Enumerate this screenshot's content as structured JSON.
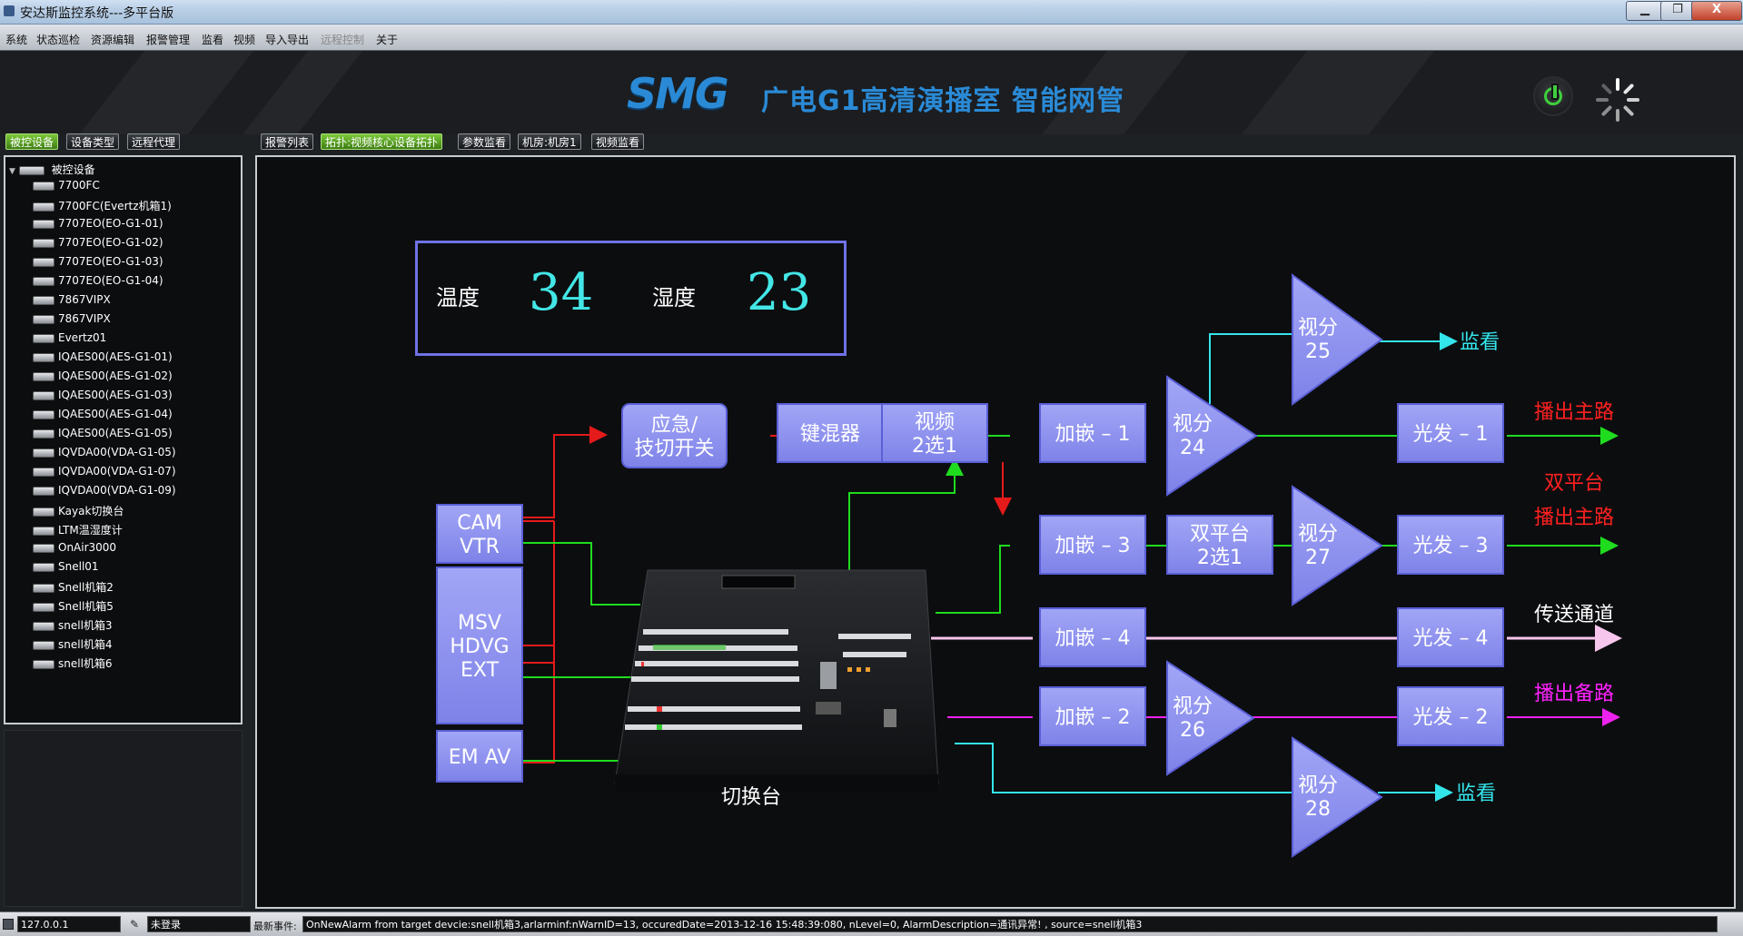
{
  "window": {
    "title": "安达斯监控系统---多平台版",
    "controls": {
      "minimize": "▁",
      "maximize": "❐",
      "close": "X"
    }
  },
  "menu": [
    {
      "label": "系统"
    },
    {
      "label": "状态巡检"
    },
    {
      "label": "资源编辑"
    },
    {
      "label": "报警管理"
    },
    {
      "label": "监看"
    },
    {
      "label": "视频"
    },
    {
      "label": "导入导出"
    },
    {
      "label": "远程控制",
      "disabled": true
    },
    {
      "label": "关于"
    }
  ],
  "banner": {
    "logo": "SMG",
    "title": "广电G1高清演播室 智能网管",
    "accent_color": "#2a8ad6"
  },
  "left_tabs": [
    {
      "label": "被控设备",
      "active": true
    },
    {
      "label": "设备类型",
      "active": false
    },
    {
      "label": "远程代理",
      "active": false
    }
  ],
  "main_tabs": [
    {
      "label": "报警列表",
      "active": false
    },
    {
      "label": "拓扑:视频核心设备拓扑",
      "active": true
    },
    {
      "label": "参数监看",
      "active": false
    },
    {
      "label": "机房:机房1",
      "active": false
    },
    {
      "label": "视频监看",
      "active": false
    }
  ],
  "tree": {
    "root": "被控设备",
    "items": [
      "7700FC",
      "7700FC(Evertz机箱1)",
      "7707EO(EO-G1-01)",
      "7707EO(EO-G1-02)",
      "7707EO(EO-G1-03)",
      "7707EO(EO-G1-04)",
      "7867VIPX",
      "7867VIPX",
      "Evertz01",
      "IQAES00(AES-G1-01)",
      "IQAES00(AES-G1-02)",
      "IQAES00(AES-G1-03)",
      "IQAES00(AES-G1-04)",
      "IQAES00(AES-G1-05)",
      "IQVDA00(VDA-G1-05)",
      "IQVDA00(VDA-G1-07)",
      "IQVDA00(VDA-G1-09)",
      "Kayak切换台",
      "LTM温湿度计",
      "OnAir3000",
      "Snell01",
      "Snell机箱2",
      "Snell机箱5",
      "snell机箱3",
      "snell机箱4",
      "snell机箱6"
    ]
  },
  "env": {
    "temperature_label": "温度",
    "temperature_value": "34",
    "humidity_label": "湿度",
    "humidity_value": "23"
  },
  "topology": {
    "switcher_label": "切换台",
    "nodes": {
      "emergency": "应急/\n技切开关",
      "keyer": "键混器",
      "video_sel": "视频\n2选1",
      "emb1": "加嵌 – 1",
      "emb2": "加嵌 – 2",
      "emb3": "加嵌 – 3",
      "emb4": "加嵌 – 4",
      "dual_sel": "双平台\n2选1",
      "cam_vtr": "CAM\nVTR",
      "msv": "MSV\nHDVG\nEXT",
      "emav": "EM AV",
      "tx1": "光发 – 1",
      "tx2": "光发 – 2",
      "tx3": "光发 – 3",
      "tx4": "光发 – 4",
      "vs24": "视分\n24",
      "vs25": "视分\n25",
      "vs26": "视分\n26",
      "vs27": "视分\n27",
      "vs28": "视分\n28"
    },
    "outputs": {
      "monitor_top": "监看",
      "main_out": "播出主路",
      "dual_label": "双平台",
      "dual_main": "播出主路",
      "transfer": "传送通道",
      "backup": "播出备路",
      "monitor_bottom": "监看"
    },
    "colors": {
      "node_fill": "#8d91f0",
      "red_line": "#e51a1a",
      "green_line": "#1fdc1f",
      "cyan_line": "#33e6ec",
      "pink_line": "#f6c6ec",
      "magenta_line": "#ee22ee",
      "main_out": "#ff2020",
      "monitor": "#33e6ec",
      "transfer": "#ffffff",
      "backup": "#ff22ff"
    }
  },
  "status": {
    "ip": "127.0.0.1",
    "login": "未登录",
    "event_label": "最新事件:",
    "event_text": "OnNewAlarm from target devcie:snell机箱3,arlarminf:nWarnID=13, occuredDate=2013-12-16 15:48:39:080, nLevel=0, AlarmDescription=通讯异常! , source=snell机箱3"
  }
}
